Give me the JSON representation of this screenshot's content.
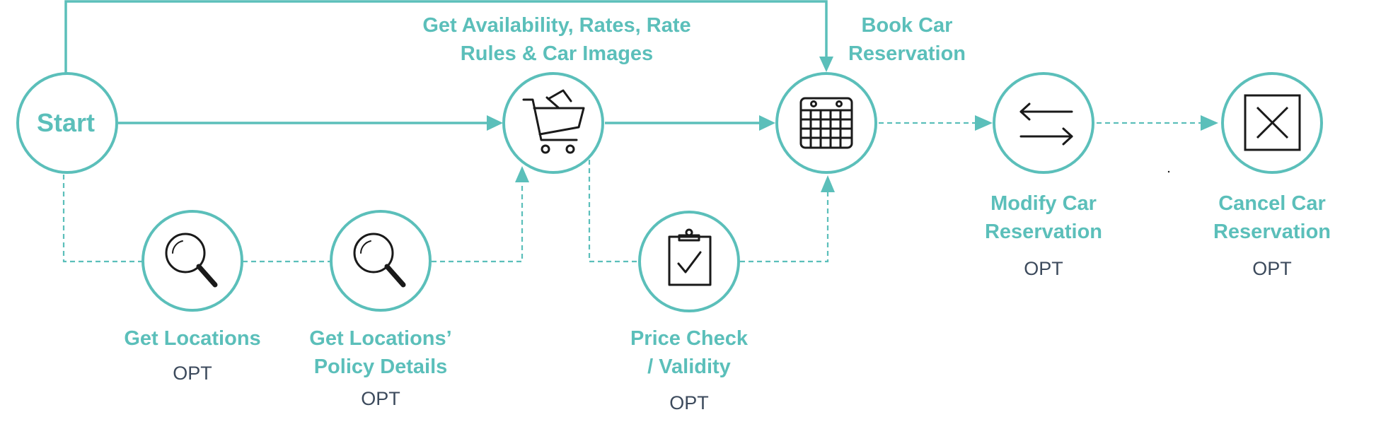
{
  "colors": {
    "accent": "#5BBFBA",
    "opt_text": "#3C4A5C",
    "icon": "#1A1A1A",
    "background": "#FFFFFF"
  },
  "nodes": {
    "start": {
      "label": "Start"
    },
    "get_locations": {
      "icon": "magnifier-icon",
      "label_line1": "Get Locations",
      "opt": "OPT"
    },
    "get_locations_policy": {
      "icon": "magnifier-icon",
      "label_line1": "Get Locations’",
      "label_line2": "Policy Details",
      "opt": "OPT"
    },
    "get_availability": {
      "icon": "shopping-cart-icon",
      "label_line1": "Get Availability, Rates, Rate",
      "label_line2": "Rules & Car Images"
    },
    "price_check": {
      "icon": "clipboard-check-icon",
      "label_line1": "Price Check",
      "label_line2": "/ Validity",
      "opt": "OPT"
    },
    "book_car": {
      "icon": "calendar-icon",
      "label_line1": "Book Car",
      "label_line2": "Reservation"
    },
    "modify_car": {
      "icon": "swap-arrows-icon",
      "label_line1": "Modify Car",
      "label_line2": "Reservation",
      "opt": "OPT"
    },
    "cancel_car": {
      "icon": "cancel-x-icon",
      "label_line1": "Cancel Car",
      "label_line2": "Reservation",
      "opt": "OPT"
    }
  }
}
